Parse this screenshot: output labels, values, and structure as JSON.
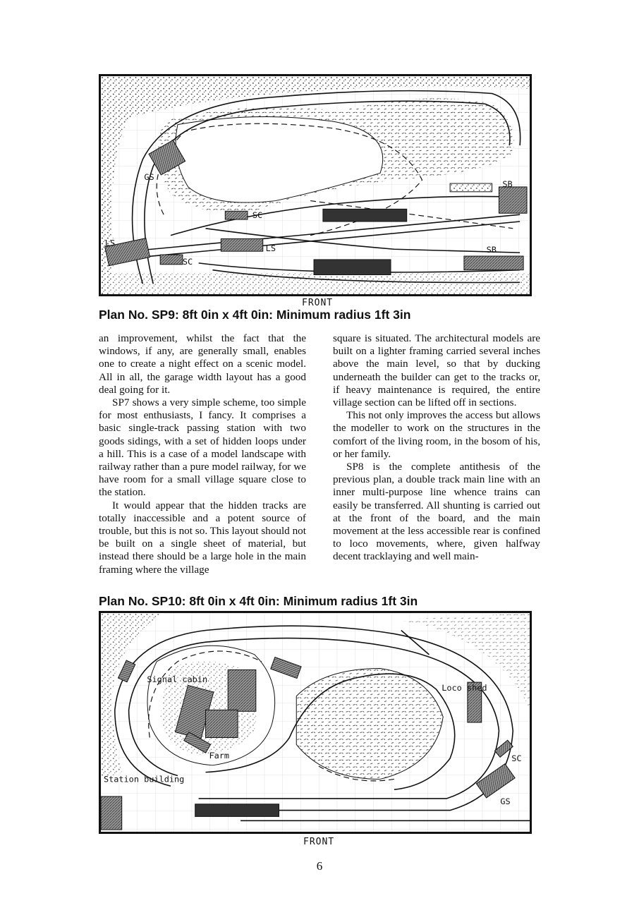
{
  "plans": [
    {
      "caption": "Plan No. SP9: 8ft 0in x 4ft 0in: Minimum radius 1ft 3in",
      "front_label": "FRONT",
      "labels": [
        "GS",
        "SC",
        "SB",
        "LS",
        "LS",
        "SC",
        "SB"
      ]
    },
    {
      "caption": "Plan No. SP10: 8ft 0in x 4ft 0in: Minimum radius 1ft 3in",
      "front_label": "FRONT",
      "labels": [
        "Signal cabin",
        "Loco shed",
        "Farm",
        "Station building",
        "SC",
        "GS"
      ]
    }
  ],
  "columns": {
    "left": [
      "an improvement, whilst the fact that the windows, if any, are generally small, enables one to create a night effect on a scenic model. All in all, the garage width layout has a good deal going for it.",
      "SP7 shows a very simple scheme, too simple for most enthusiasts, I fancy. It comprises a basic single-track passing station with two goods sidings, with a set of hidden loops under a hill. This is a case of a model landscape with railway rather than a pure model railway, for we have room for a small village square close to the station.",
      "It would appear that the hidden tracks are totally inaccessible and a potent source of trouble, but this is not so. This layout should not be built on a single sheet of material, but instead there should be a large hole in the main framing where the village"
    ],
    "right": [
      "square is situated. The architectural models are built on a lighter framing carried several inches above the main level, so that by ducking underneath the builder can get to the tracks or, if heavy maintenance is required, the entire village section can be lifted off in sections.",
      "This not only improves the access but allows the modeller to work on the structures in the comfort of the living room, in the bosom of his, or her family.",
      "SP8 is the complete antithesis of the previous plan, a double track main line with an inner multi-purpose line whence trains can easily be transferred. All shunting is carried out at the front of the board, and the main movement at the less accessible rear is confined to loco movements, where, given halfway decent tracklaying and well main-"
    ]
  },
  "page_number": "6"
}
